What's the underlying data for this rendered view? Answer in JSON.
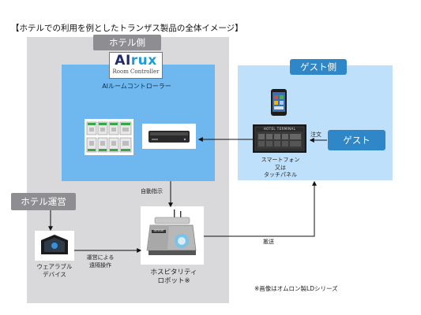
{
  "title": "【ホテルでの利用を例としたトランザス製品の全体イメージ】",
  "hotel_side": {
    "tab_label": "ホテル側"
  },
  "guest_side": {
    "tab_label": "ゲスト側"
  },
  "operations": {
    "tab_label": "ホテル運営"
  },
  "logo": {
    "part1": "AI",
    "part2": "rux",
    "subtitle": "Room Controller"
  },
  "controller": {
    "label": "AIルームコントローラー"
  },
  "guest": {
    "button_label": "ゲスト",
    "smartphone_caption": {
      "line1": "スマートフォン",
      "line2": "又は",
      "line3": "タッチパネル"
    },
    "panel_text": "HOTEL TERMINAL"
  },
  "robot": {
    "caption_line1": "ホスピタリティ",
    "caption_line2": "ロボット※",
    "brand": "omron"
  },
  "wearable": {
    "caption_line1": "ウェアラブル",
    "caption_line2": "デバイス"
  },
  "arrows": {
    "order": "注文",
    "auto_instruction": "自動指示",
    "remote_line1": "運営による",
    "remote_line2": "遠隔操作",
    "carry": "搬送"
  },
  "note": "※画像はオムロン製LDシリーズ",
  "colors": {
    "hotel_panel": "#d9d9dc",
    "controller_panel": "#6fb8ef",
    "guest_panel": "#bfe0fb",
    "accent_blue": "#2f87c8",
    "tab_gray": "#8e8e92"
  }
}
